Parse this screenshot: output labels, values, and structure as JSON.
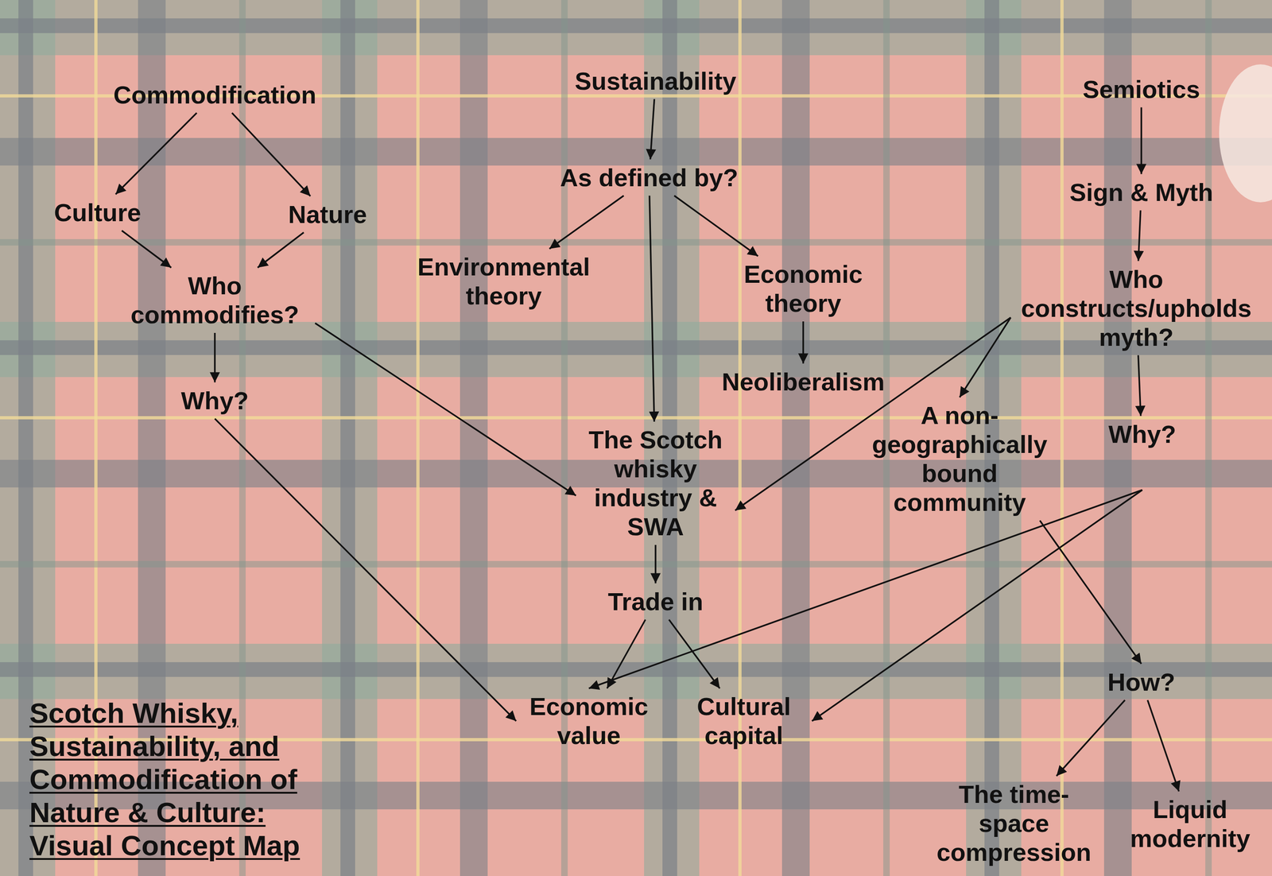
{
  "diagram": {
    "title": "Scotch Whisky, Sustainability, and Commodification of Nature & Culture: Visual Concept Map",
    "nodes": [
      {
        "text": [
          "Commodification"
        ]
      },
      {
        "text": [
          "Sustainability"
        ]
      },
      {
        "text": [
          "Semiotics"
        ]
      },
      {
        "text": [
          "As defined by?"
        ]
      },
      {
        "text": [
          "Sign & Myth"
        ]
      },
      {
        "text": [
          "Culture"
        ]
      },
      {
        "text": [
          "Nature"
        ]
      },
      {
        "text": [
          "Environmental theory"
        ]
      },
      {
        "text": [
          "Economic theory"
        ]
      },
      {
        "text": [
          "Who commodifies?"
        ]
      },
      {
        "text": [
          "Who constructs/upholds myth?"
        ]
      },
      {
        "text": [
          "Neoliberalism"
        ]
      },
      {
        "text": [
          "Why?"
        ]
      },
      {
        "text": [
          "A non-geographically bound community"
        ]
      },
      {
        "text": [
          "Why?"
        ]
      },
      {
        "text": [
          "The Scotch whisky industry & SWA"
        ]
      },
      {
        "text": [
          "Trade in"
        ]
      },
      {
        "text": [
          "How?"
        ]
      },
      {
        "text": [
          "Economic value"
        ]
      },
      {
        "text": [
          "Cultural capital"
        ]
      },
      {
        "text": [
          "The time-space compression"
        ]
      },
      {
        "text": [
          "Liquid modernity"
        ]
      }
    ],
    "edges": [
      {
        "from": 0,
        "to": 5,
        "arrow": "to"
      },
      {
        "from": 0,
        "to": 6,
        "arrow": "to"
      },
      {
        "from": 5,
        "to": 9,
        "arrow": "to"
      },
      {
        "from": 6,
        "to": 9,
        "arrow": "to"
      },
      {
        "from": 9,
        "to": 12,
        "arrow": "to"
      },
      {
        "from": 9,
        "to": 15,
        "arrow": "to"
      },
      {
        "from": 12,
        "to": 18,
        "arrow": "to"
      },
      {
        "from": 1,
        "to": 3,
        "arrow": "to"
      },
      {
        "from": 3,
        "to": 7,
        "arrow": "to"
      },
      {
        "from": 3,
        "to": 8,
        "arrow": "to"
      },
      {
        "from": 3,
        "to": 15,
        "arrow": "to"
      },
      {
        "from": 8,
        "to": 11,
        "arrow": "to"
      },
      {
        "from": 2,
        "to": 4,
        "arrow": "to"
      },
      {
        "from": 4,
        "to": 10,
        "arrow": "to"
      },
      {
        "from": 10,
        "to": 14,
        "arrow": "to"
      },
      {
        "from": 10,
        "to": 15,
        "arrow": "to"
      },
      {
        "from": 10,
        "to": 13,
        "arrow": "to"
      },
      {
        "from": 14,
        "to": 18,
        "arrow": "to"
      },
      {
        "from": 14,
        "to": 19,
        "arrow": "to"
      },
      {
        "from": 15,
        "to": 16,
        "arrow": "to"
      },
      {
        "from": 16,
        "to": 18,
        "arrow": "to"
      },
      {
        "from": 16,
        "to": 19,
        "arrow": "to"
      },
      {
        "from": 13,
        "to": 17,
        "arrow": "to"
      },
      {
        "from": 17,
        "to": 20,
        "arrow": "to"
      },
      {
        "from": 17,
        "to": 21,
        "arrow": "to"
      }
    ]
  }
}
